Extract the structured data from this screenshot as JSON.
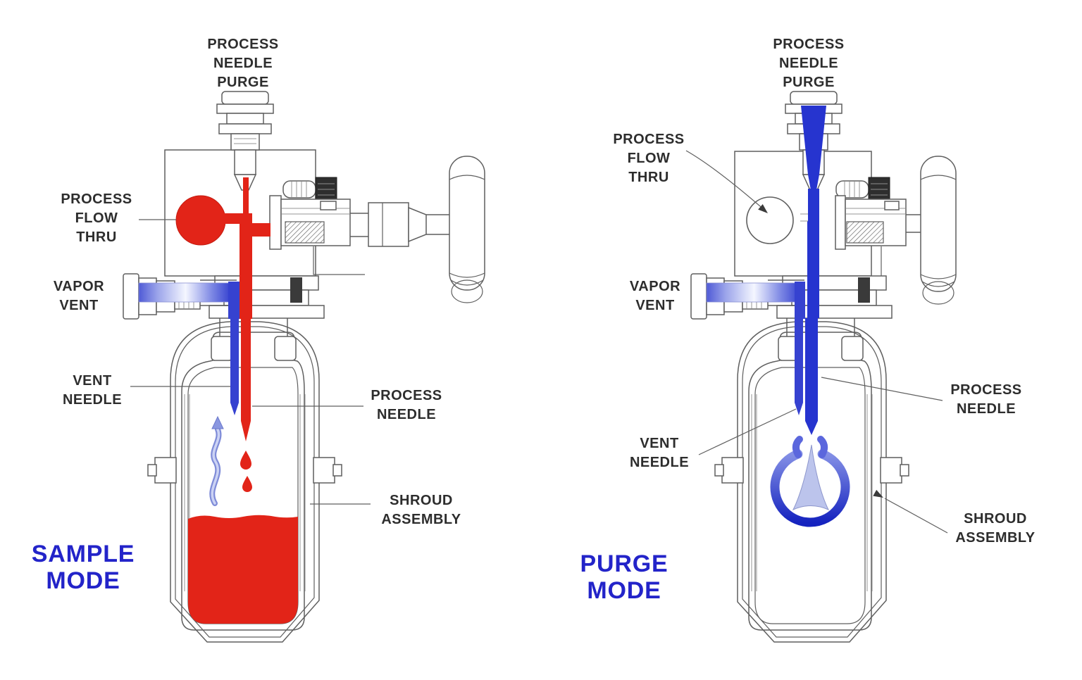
{
  "figure": {
    "description": "Closed-loop sampler cross-section shown in two operating states",
    "colors": {
      "sample_flow_red": "#e22418",
      "purge_flow_blue": "#2634cf",
      "vent_vapor_blue": "#3642d0",
      "mode_text_blue": "#2324c9",
      "line_art_gray": "#5f5f5f",
      "label_text": "#2d2d2d",
      "background": "#ffffff"
    }
  },
  "left_panel": {
    "mode": [
      "SAMPLE",
      "MODE"
    ],
    "labels": {
      "process_needle_purge": [
        "PROCESS",
        "NEEDLE",
        "PURGE"
      ],
      "process_flow_thru": [
        "PROCESS",
        "FLOW",
        "THRU"
      ],
      "vapor_vent": [
        "VAPOR",
        "VENT"
      ],
      "vent_needle": [
        "VENT",
        "NEEDLE"
      ],
      "process_needle": [
        "PROCESS",
        "NEEDLE"
      ],
      "shroud_assembly": [
        "SHROUD",
        "ASSEMBLY"
      ]
    }
  },
  "right_panel": {
    "mode": [
      "PURGE",
      "MODE"
    ],
    "labels": {
      "process_needle_purge": [
        "PROCESS",
        "NEEDLE",
        "PURGE"
      ],
      "process_flow_thru": [
        "PROCESS",
        "FLOW",
        "THRU"
      ],
      "vapor_vent": [
        "VAPOR",
        "VENT"
      ],
      "vent_needle": [
        "VENT",
        "NEEDLE"
      ],
      "process_needle": [
        "PROCESS",
        "NEEDLE"
      ],
      "shroud_assembly": [
        "SHROUD",
        "ASSEMBLY"
      ]
    }
  }
}
